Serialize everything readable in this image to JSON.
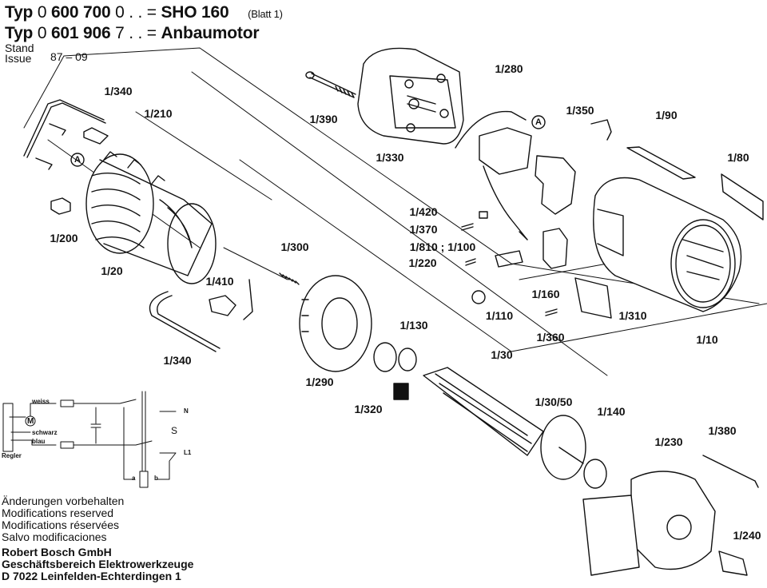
{
  "header": {
    "line1": {
      "prefix": "Typ",
      "code_normal_a": "0",
      "code_bold": "600 700",
      "code_normal_b": "0 . . =",
      "model": "SHO 160",
      "sheet": "(Blatt 1)"
    },
    "line2": {
      "prefix": "Typ",
      "code_normal_a": "0",
      "code_bold": "601 906",
      "code_normal_b": "7 . . =",
      "model": "Anbaumotor"
    },
    "stand_label": "Stand",
    "issue_label": "Issue",
    "date": "87 – 09"
  },
  "parts": [
    {
      "id": "p-1-340a",
      "label": "1/340"
    },
    {
      "id": "p-1-210",
      "label": "1/210"
    },
    {
      "id": "p-1-200",
      "label": "1/200"
    },
    {
      "id": "p-1-20",
      "label": "1/20"
    },
    {
      "id": "p-1-390",
      "label": "1/390"
    },
    {
      "id": "p-1-330",
      "label": "1/330"
    },
    {
      "id": "p-1-280",
      "label": "1/280"
    },
    {
      "id": "p-1-350",
      "label": "1/350"
    },
    {
      "id": "p-1-90",
      "label": "1/90"
    },
    {
      "id": "p-1-80",
      "label": "1/80"
    },
    {
      "id": "p-1-420",
      "label": "1/420"
    },
    {
      "id": "p-1-370",
      "label": "1/370"
    },
    {
      "id": "p-1-810",
      "label": "1/810 ; 1/100"
    },
    {
      "id": "p-1-220",
      "label": "1/220"
    },
    {
      "id": "p-1-160",
      "label": "1/160"
    },
    {
      "id": "p-1-110",
      "label": "1/110"
    },
    {
      "id": "p-1-360",
      "label": "1/360"
    },
    {
      "id": "p-1-310",
      "label": "1/310"
    },
    {
      "id": "p-1-10",
      "label": "1/10"
    },
    {
      "id": "p-1-300",
      "label": "1/300"
    },
    {
      "id": "p-1-410",
      "label": "1/410"
    },
    {
      "id": "p-1-340b",
      "label": "1/340"
    },
    {
      "id": "p-1-290",
      "label": "1/290"
    },
    {
      "id": "p-1-130",
      "label": "1/130"
    },
    {
      "id": "p-1-320",
      "label": "1/320"
    },
    {
      "id": "p-1-30",
      "label": "1/30"
    },
    {
      "id": "p-1-30-50",
      "label": "1/30/50"
    },
    {
      "id": "p-1-140",
      "label": "1/140"
    },
    {
      "id": "p-1-230",
      "label": "1/230"
    },
    {
      "id": "p-1-380",
      "label": "1/380"
    },
    {
      "id": "p-1-240",
      "label": "1/240"
    }
  ],
  "markers": {
    "connection_a": "A"
  },
  "wiring": {
    "weiss": "weiss",
    "schwarz": "schwarz",
    "blau": "blau",
    "motor": "M",
    "regler": "Regler",
    "n": "N",
    "l1": "L1",
    "a": "a",
    "b": "b",
    "ac_symbol": "S"
  },
  "footer": {
    "notes": [
      "Änderungen vorbehalten",
      "Modifications reserved",
      "Modifications réservées",
      "Salvo modificaciones"
    ],
    "company": [
      "Robert Bosch GmbH",
      "Geschäftsbereich Elektrowerkzeuge",
      "D 7022 Leinfelden-Echterdingen 1"
    ]
  }
}
